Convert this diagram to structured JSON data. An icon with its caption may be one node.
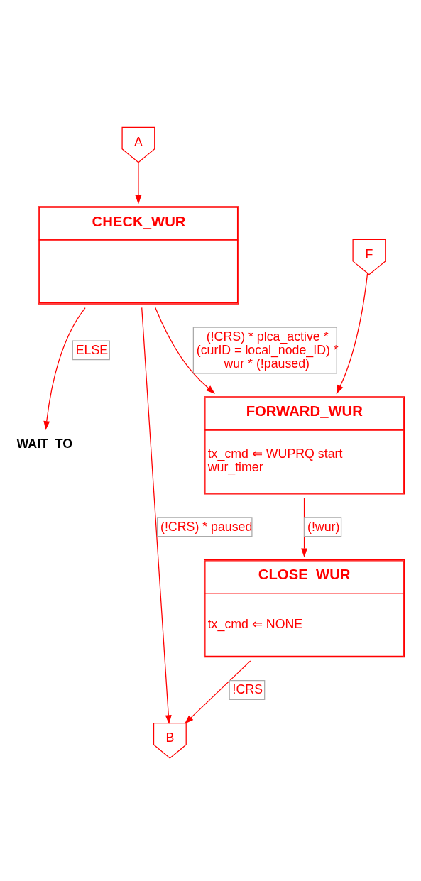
{
  "diagram": {
    "nodes": [
      {
        "text": [
          "A"
        ]
      },
      {
        "text": [
          "CHECK_WUR"
        ]
      },
      {
        "text": [
          "WAIT_TO"
        ]
      },
      {
        "text": [
          "F"
        ]
      },
      {
        "text": [
          "FORWARD_WUR",
          "tx_cmd ⇐ WUPRQ start wur_timer"
        ]
      },
      {
        "text": [
          "CLOSE_WUR",
          "tx_cmd ⇐ NONE"
        ]
      },
      {
        "text": [
          "B"
        ]
      }
    ],
    "edges": [
      {
        "from": 0,
        "to": 1,
        "arrow": "to"
      },
      {
        "from": 1,
        "to": 2,
        "arrow": "to",
        "label": "ELSE"
      },
      {
        "from": 1,
        "to": 4,
        "arrow": "to",
        "label": "(!CRS) * plca_active * (curID = local_node_ID) * wur * (!paused)"
      },
      {
        "from": 3,
        "to": 4,
        "arrow": "to"
      },
      {
        "from": 1,
        "to": 6,
        "arrow": "to",
        "label": "(!CRS) * paused"
      },
      {
        "from": 4,
        "to": 5,
        "arrow": "to",
        "label": "(!wur)"
      },
      {
        "from": 5,
        "to": 6,
        "arrow": "to",
        "label": "!CRS"
      }
    ]
  }
}
